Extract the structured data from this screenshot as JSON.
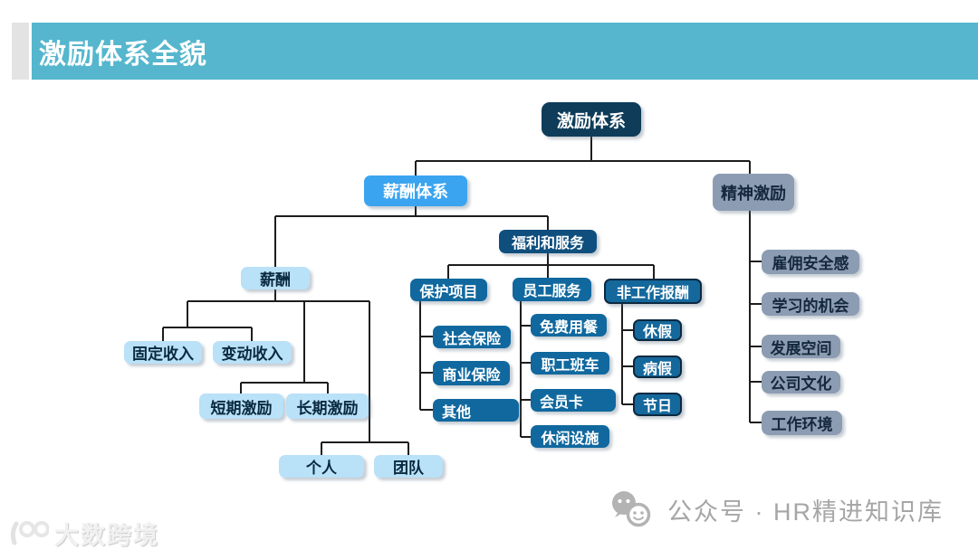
{
  "header": {
    "title": "激励体系全貌"
  },
  "tree": {
    "root": "激励体系",
    "compensation": {
      "label": "薪酬体系",
      "pay": {
        "label": "薪酬",
        "fixed": "固定收入",
        "variable": "变动收入",
        "short_term": "短期激励",
        "long_term": "长期激励",
        "individual": "个人",
        "team": "团队"
      },
      "benefits": {
        "label": "福利和服务",
        "protection": {
          "label": "保护项目",
          "items": [
            "社会保险",
            "商业保险",
            "其他"
          ]
        },
        "services": {
          "label": "员工服务",
          "items": [
            "免费用餐",
            "职工班车",
            "会员卡",
            "休闲设施"
          ]
        },
        "non_work": {
          "label": "非工作报酬",
          "items": [
            "休假",
            "病假",
            "节日"
          ]
        }
      }
    },
    "spiritual": {
      "label": "精神激励",
      "items": [
        "雇佣安全感",
        "学习的机会",
        "发展空间",
        "公司文化",
        "工作环境"
      ]
    }
  },
  "footer": {
    "watermark": "大数跨境",
    "credit": "公众号 · HR精进知识库"
  },
  "colors": {
    "header_bar": "#55b6cd",
    "root_node": "#0e3c59",
    "benefits_node": "#0e4f7e",
    "compensation_node": "#3aa4f0",
    "mid_blue_node": "#10689e",
    "bordered_node_fill": "#15689c",
    "bordered_node_border": "#0c2940",
    "light_blue_node": "#b9e1f8",
    "gray_node": "#8c9cb2",
    "connector": "#1d1d1d"
  }
}
